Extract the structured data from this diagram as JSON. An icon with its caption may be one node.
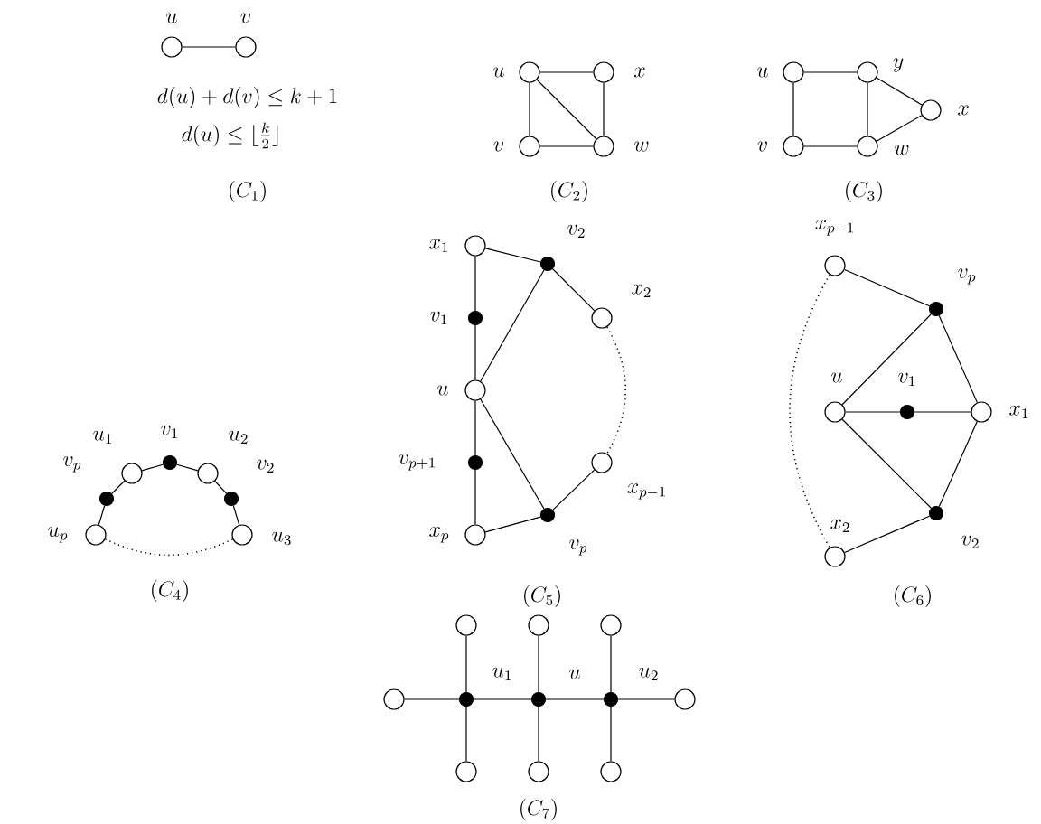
{
  "diagram": {
    "nodes": [
      {
        "text": [],
        "shape": "circle",
        "beside": [
          "u"
        ]
      },
      {
        "text": [],
        "shape": "circle",
        "beside": [
          "v"
        ]
      },
      {
        "text": [],
        "shape": "circle",
        "beside": [
          "u"
        ]
      },
      {
        "text": [],
        "shape": "circle",
        "beside": [
          "x"
        ]
      },
      {
        "text": [],
        "shape": "circle",
        "beside": [
          "v"
        ]
      },
      {
        "text": [],
        "shape": "circle",
        "beside": [
          "w"
        ]
      },
      {
        "text": [],
        "shape": "circle",
        "beside": [
          "u"
        ]
      },
      {
        "text": [],
        "shape": "circle",
        "beside": [
          "y"
        ]
      },
      {
        "text": [],
        "shape": "circle",
        "beside": [
          "x"
        ]
      },
      {
        "text": [],
        "shape": "circle",
        "beside": [
          "v"
        ]
      },
      {
        "text": [],
        "shape": "circle",
        "beside": [
          "w"
        ]
      },
      {
        "text": [],
        "shape": "dot",
        "beside": [
          "v_1"
        ]
      },
      {
        "text": [],
        "shape": "circle",
        "beside": [
          "u_1"
        ]
      },
      {
        "text": [],
        "shape": "circle",
        "beside": [
          "u_2"
        ]
      },
      {
        "text": [],
        "shape": "dot",
        "beside": [
          "v_p"
        ]
      },
      {
        "text": [],
        "shape": "dot",
        "beside": [
          "v_2"
        ]
      },
      {
        "text": [],
        "shape": "circle",
        "beside": [
          "u_p"
        ]
      },
      {
        "text": [],
        "shape": "circle",
        "beside": [
          "u_3"
        ]
      },
      {
        "text": [],
        "shape": "circle",
        "beside": [
          "x_1"
        ]
      },
      {
        "text": [],
        "shape": "dot",
        "beside": [
          "v_2"
        ]
      },
      {
        "text": [],
        "shape": "dot",
        "beside": [
          "v_1"
        ]
      },
      {
        "text": [],
        "shape": "circle",
        "beside": [
          "x_2"
        ]
      },
      {
        "text": [],
        "shape": "circle",
        "beside": [
          "u"
        ]
      },
      {
        "text": [],
        "shape": "dot",
        "beside": [
          "v_{p+1}"
        ]
      },
      {
        "text": [],
        "shape": "circle",
        "beside": [
          "x_{p-1}"
        ]
      },
      {
        "text": [],
        "shape": "dot",
        "beside": [
          "v_p"
        ]
      },
      {
        "text": [],
        "shape": "circle",
        "beside": [
          "x_p"
        ]
      },
      {
        "text": [],
        "shape": "circle",
        "beside": [
          "x_{p-1}"
        ]
      },
      {
        "text": [],
        "shape": "dot",
        "beside": [
          "v_p"
        ]
      },
      {
        "text": [],
        "shape": "circle",
        "beside": [
          "u"
        ]
      },
      {
        "text": [],
        "shape": "dot",
        "beside": [
          "v_1"
        ]
      },
      {
        "text": [],
        "shape": "circle",
        "beside": [
          "x_1"
        ]
      },
      {
        "text": [],
        "shape": "dot",
        "beside": [
          "v_2"
        ]
      },
      {
        "text": [],
        "shape": "circle",
        "beside": [
          "x_2"
        ]
      },
      {
        "text": [],
        "shape": "circle"
      },
      {
        "text": [],
        "shape": "circle"
      },
      {
        "text": [],
        "shape": "circle"
      },
      {
        "text": [],
        "shape": "circle"
      },
      {
        "text": [],
        "shape": "dot",
        "beside": [
          "u_1"
        ]
      },
      {
        "text": [],
        "shape": "dot",
        "beside": [
          "u"
        ]
      },
      {
        "text": [],
        "shape": "dot",
        "beside": [
          "u_2"
        ]
      },
      {
        "text": [],
        "shape": "circle"
      },
      {
        "text": [],
        "shape": "circle"
      },
      {
        "text": [],
        "shape": "circle"
      },
      {
        "text": [],
        "shape": "circle"
      }
    ],
    "edges": [
      {
        "from": 0,
        "to": 1,
        "arrow": "none"
      },
      {
        "from": 2,
        "to": 3,
        "arrow": "none"
      },
      {
        "from": 2,
        "to": 4,
        "arrow": "none"
      },
      {
        "from": 2,
        "to": 5,
        "arrow": "none"
      },
      {
        "from": 3,
        "to": 5,
        "arrow": "none"
      },
      {
        "from": 4,
        "to": 5,
        "arrow": "none"
      },
      {
        "from": 6,
        "to": 7,
        "arrow": "none"
      },
      {
        "from": 6,
        "to": 9,
        "arrow": "none"
      },
      {
        "from": 7,
        "to": 10,
        "arrow": "none"
      },
      {
        "from": 9,
        "to": 10,
        "arrow": "none"
      },
      {
        "from": 7,
        "to": 8,
        "arrow": "none"
      },
      {
        "from": 10,
        "to": 8,
        "arrow": "none"
      },
      {
        "from": 16,
        "to": 14,
        "arrow": "none"
      },
      {
        "from": 14,
        "to": 12,
        "arrow": "none"
      },
      {
        "from": 12,
        "to": 11,
        "arrow": "none"
      },
      {
        "from": 11,
        "to": 13,
        "arrow": "none"
      },
      {
        "from": 13,
        "to": 15,
        "arrow": "none"
      },
      {
        "from": 15,
        "to": 17,
        "arrow": "none"
      },
      {
        "from": 17,
        "to": 16,
        "arrow": "none",
        "style": "dashed"
      },
      {
        "from": 18,
        "to": 19,
        "arrow": "none"
      },
      {
        "from": 19,
        "to": 21,
        "arrow": "none"
      },
      {
        "from": 21,
        "to": 24,
        "arrow": "none",
        "style": "dashed"
      },
      {
        "from": 24,
        "to": 25,
        "arrow": "none"
      },
      {
        "from": 25,
        "to": 26,
        "arrow": "none"
      },
      {
        "from": 26,
        "to": 23,
        "arrow": "none"
      },
      {
        "from": 23,
        "to": 22,
        "arrow": "none"
      },
      {
        "from": 22,
        "to": 20,
        "arrow": "none"
      },
      {
        "from": 20,
        "to": 18,
        "arrow": "none"
      },
      {
        "from": 22,
        "to": 19,
        "arrow": "none"
      },
      {
        "from": 22,
        "to": 25,
        "arrow": "none"
      },
      {
        "from": 27,
        "to": 28,
        "arrow": "none"
      },
      {
        "from": 28,
        "to": 31,
        "arrow": "none"
      },
      {
        "from": 31,
        "to": 32,
        "arrow": "none"
      },
      {
        "from": 32,
        "to": 33,
        "arrow": "none"
      },
      {
        "from": 29,
        "to": 28,
        "arrow": "none"
      },
      {
        "from": 29,
        "to": 30,
        "arrow": "none"
      },
      {
        "from": 30,
        "to": 31,
        "arrow": "none"
      },
      {
        "from": 29,
        "to": 32,
        "arrow": "none"
      },
      {
        "from": 27,
        "to": 33,
        "arrow": "none",
        "style": "dashed"
      },
      {
        "from": 37,
        "to": 38,
        "arrow": "none"
      },
      {
        "from": 38,
        "to": 39,
        "arrow": "none"
      },
      {
        "from": 39,
        "to": 40,
        "arrow": "none"
      },
      {
        "from": 40,
        "to": 41,
        "arrow": "none"
      },
      {
        "from": 34,
        "to": 38,
        "arrow": "none"
      },
      {
        "from": 38,
        "to": 42,
        "arrow": "none"
      },
      {
        "from": 35,
        "to": 39,
        "arrow": "none"
      },
      {
        "from": 39,
        "to": 43,
        "arrow": "none"
      },
      {
        "from": 36,
        "to": 40,
        "arrow": "none"
      },
      {
        "from": 40,
        "to": 44,
        "arrow": "none"
      }
    ],
    "labels": [
      "d(u)+d(v)\\leq k+1",
      "d(u)\\leq\\lfloor\\frac{k}{2}\\rfloor",
      "(C_1)",
      "(C_2)",
      "(C_3)",
      "(C_4)",
      "(C_5)",
      "(C_6)",
      "(C_7)"
    ]
  }
}
